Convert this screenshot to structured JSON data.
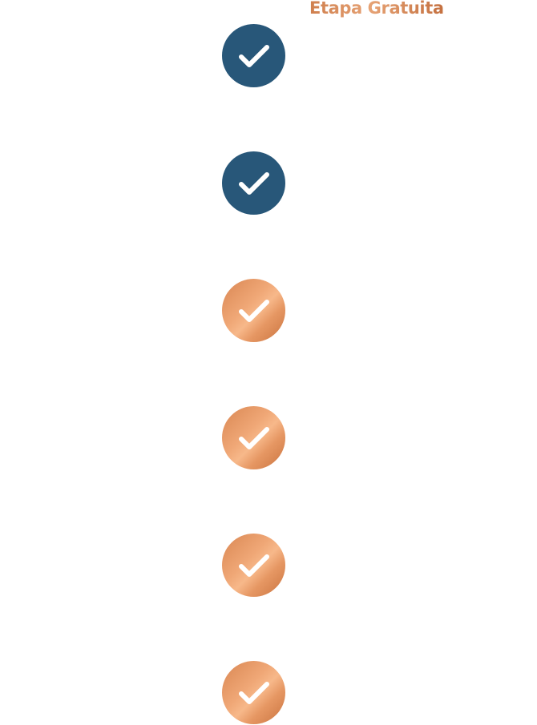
{
  "header": {
    "stage_label": "Etapa Gratuita"
  },
  "theme": {
    "completed_color": "#285779",
    "premium_color": "#e69a68",
    "check_color": "#ffffff",
    "label_color": "#d48a5a"
  },
  "checklist": [
    {
      "icon": "check-icon",
      "state": "completed"
    },
    {
      "icon": "check-icon",
      "state": "completed"
    },
    {
      "icon": "check-icon",
      "state": "premium"
    },
    {
      "icon": "check-icon",
      "state": "premium"
    },
    {
      "icon": "check-icon",
      "state": "premium"
    },
    {
      "icon": "check-icon",
      "state": "premium"
    }
  ]
}
